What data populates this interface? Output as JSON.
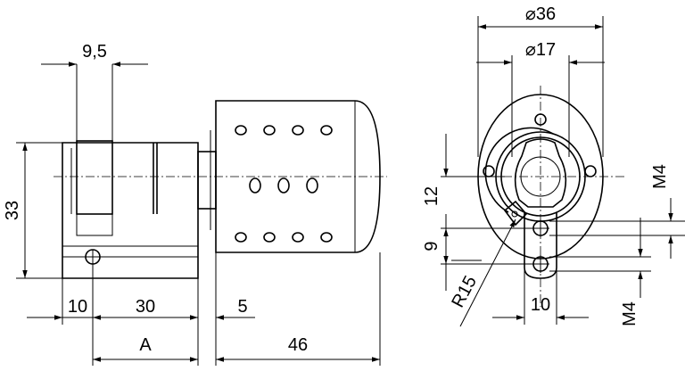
{
  "dimensions": {
    "side_view": {
      "width_9_5": "9,5",
      "height_33": "33",
      "len_10": "10",
      "len_30": "30",
      "len_5": "5",
      "len_A": "A",
      "len_46": "46"
    },
    "front_view": {
      "dia_36": "⌀36",
      "dia_17": "⌀17",
      "dim_12": "12",
      "dim_9": "9",
      "radius": "R15",
      "dim_10": "10",
      "thread_top": "M4",
      "thread_bottom": "M4"
    }
  }
}
